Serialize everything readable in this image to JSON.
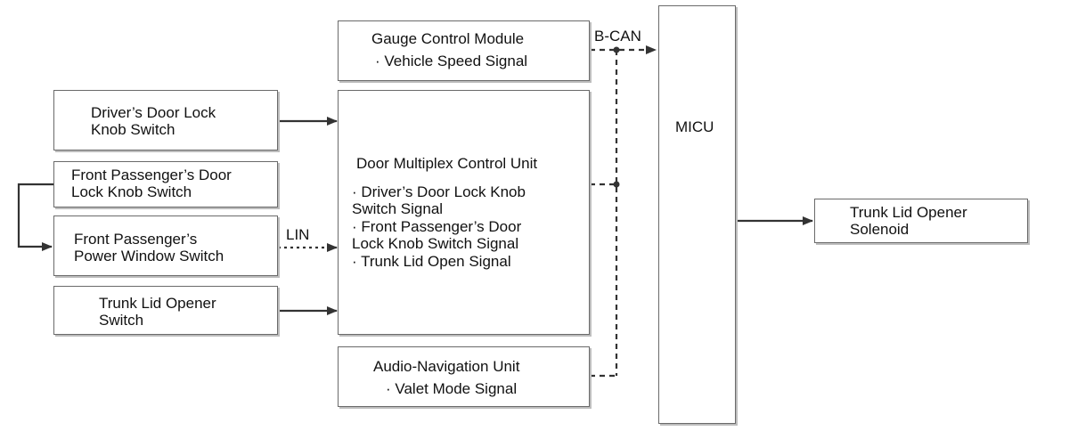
{
  "gauge": {
    "title": "Gauge Control Module",
    "signal": "· Vehicle Speed Signal"
  },
  "driver_switch": {
    "line1": "Driver’s Door Lock",
    "line2": "Knob Switch"
  },
  "front_lock_switch": {
    "line1": "Front Passenger’s Door",
    "line2": "Lock Knob Switch"
  },
  "front_window_switch": {
    "line1": "Front Passenger’s",
    "line2": "Power Window Switch"
  },
  "trunk_switch": {
    "line1": "Trunk Lid Opener",
    "line2": "Switch"
  },
  "door_mcu": {
    "title": "Door Multiplex Control Unit",
    "signals": [
      "· Driver’s Door Lock Knob",
      "Switch Signal",
      "· Front Passenger’s Door",
      "Lock Knob Switch Signal",
      "· Trunk Lid Open Signal"
    ]
  },
  "audio_nav": {
    "title": "Audio-Navigation Unit",
    "signal": "· Valet Mode Signal"
  },
  "micu": {
    "label": "MICU"
  },
  "solenoid": {
    "line1": "Trunk Lid Opener",
    "line2": "Solenoid"
  },
  "bus_labels": {
    "bcan": "B-CAN",
    "lin": "LIN"
  }
}
